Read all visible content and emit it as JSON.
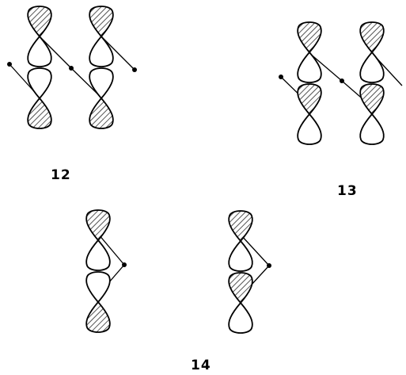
{
  "figure": {
    "labels": {
      "fig12": "12",
      "fig13": "13",
      "fig14": "14"
    },
    "colors": {
      "ink": "#000000",
      "background": "#ffffff"
    },
    "orbital_phases": {
      "fig12_left": [
        "shaded",
        "open",
        "open",
        "shaded"
      ],
      "fig12_right": [
        "shaded",
        "open",
        "open",
        "shaded"
      ],
      "fig13_left": [
        "shaded",
        "open",
        "shaded",
        "open"
      ],
      "fig13_right": [
        "shaded",
        "open",
        "shaded",
        "open"
      ],
      "fig14_left": [
        "shaded",
        "open",
        "open",
        "shaded"
      ],
      "fig14_right": [
        "shaded",
        "open",
        "shaded",
        "open"
      ]
    }
  }
}
